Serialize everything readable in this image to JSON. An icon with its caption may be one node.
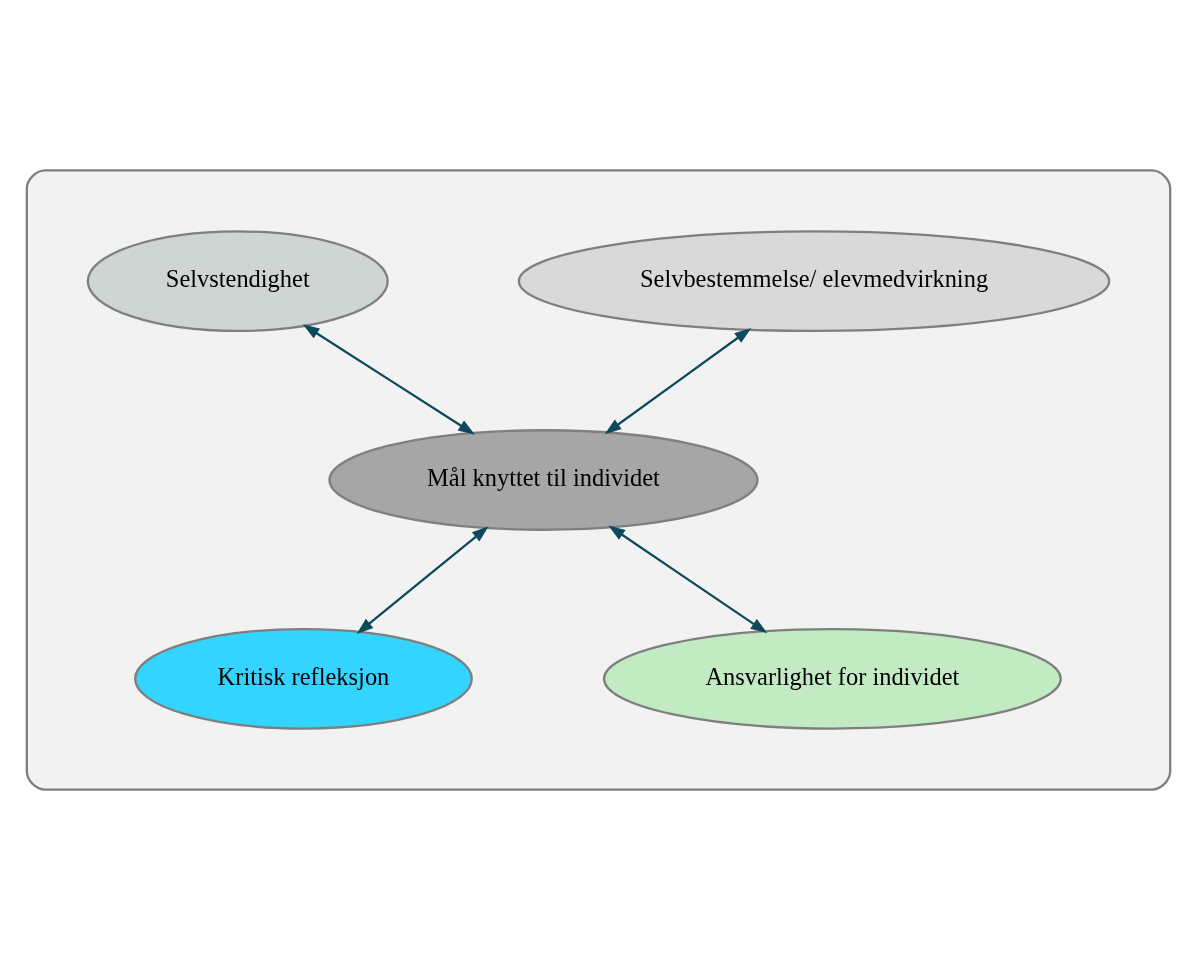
{
  "diagram": {
    "nodes": [
      {
        "text": [],
        "shape": "ellipse"
      },
      {
        "text": [
          "Selvbestemmelse/ elevmedvirkning"
        ],
        "in": 0
      },
      {
        "text": [
          "Selvstendighet"
        ],
        "in": 0
      },
      {
        "text": [
          "Mål knyttet til individet"
        ],
        "in": 0
      },
      {
        "text": [
          "Kritisk refleksjon"
        ],
        "in": 0
      },
      {
        "text": [
          "Ansvarlighet for individet"
        ],
        "in": 0
      }
    ],
    "edges": [
      {
        "from": 1,
        "to": 3,
        "arrow": "both"
      },
      {
        "from": 2,
        "to": 3,
        "arrow": "both"
      },
      {
        "from": 3,
        "to": 4,
        "arrow": "both"
      },
      {
        "from": 3,
        "to": 5,
        "arrow": "both"
      }
    ]
  }
}
